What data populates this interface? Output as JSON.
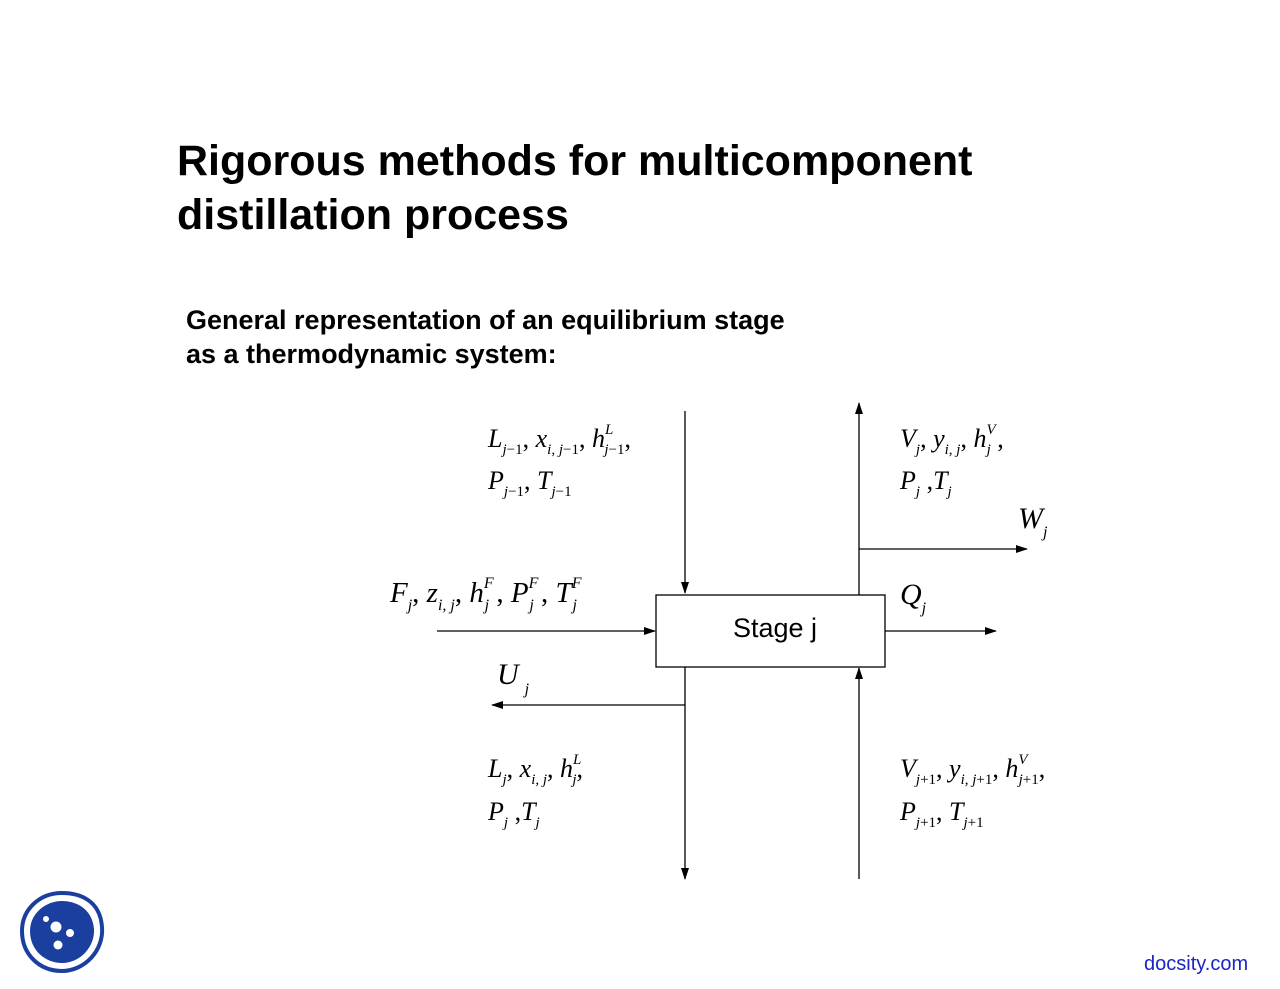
{
  "page": {
    "title_line1": "Rigorous methods for multicomponent",
    "title_line2": "distillation process",
    "subtitle_line1": "General representation of an equilibrium stage",
    "subtitle_line2": "as a thermodynamic system:"
  },
  "diagram": {
    "box_label": "Stage j",
    "streams": {
      "liquid_in_top": "L_{j−1}, x_{i,j−1}, h^L_{j−1}, P_{j−1}, T_{j−1}",
      "vapor_out_top": "V_j, y_{i,j}, h^V_j, P_j, T_j",
      "vapor_side_draw": "W_j",
      "feed": "F_j, z_{i,j}, h^F_j, P^F_j, T^F_j",
      "heat": "Q_j",
      "liquid_side_draw": "U_j",
      "liquid_out_bottom": "L_j, x_{i,j}, h^L_j, P_j, T_j",
      "vapor_in_bottom": "V_{j+1}, y_{i,j+1}, h^V_{j+1}, P_{j+1}, T_{j+1}"
    }
  },
  "footer": {
    "brand_link": "docsity.com",
    "logo_icon": "docsity-logo-icon"
  },
  "colors": {
    "brand_blue": "#1a26c4",
    "logo_blue": "#1b3f9e"
  }
}
